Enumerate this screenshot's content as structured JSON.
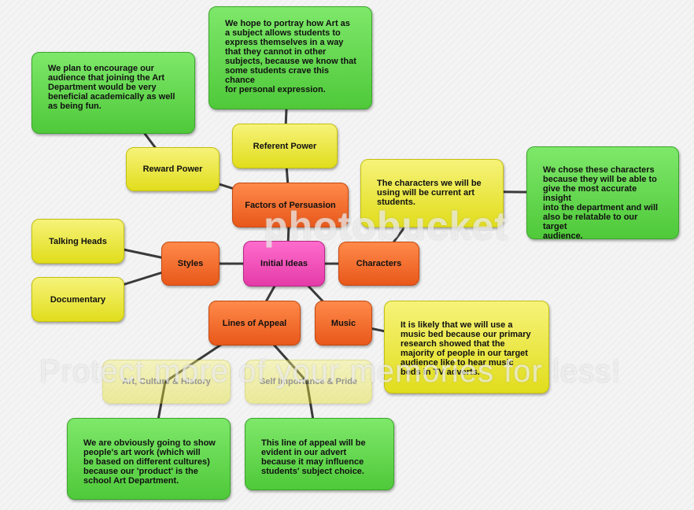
{
  "nodes": {
    "center": "Initial Ideas",
    "persuasion": "Factors of Persuasion",
    "referent": "Referent Power",
    "reward": "Reward Power",
    "styles": "Styles",
    "talking_heads": "Talking Heads",
    "documentary": "Documentary",
    "characters": "Characters",
    "lines_of_appeal": "Lines of Appeal",
    "music": "Music",
    "art_culture": "Art, Culture & History",
    "self_importance": "Self Importance & Pride"
  },
  "notes": {
    "referent_note": [
      "We hope to portray how Art as",
      "a subject allows students to",
      "express themselves in a way",
      "that they cannot in other",
      "subjects, because we know that",
      "some students crave this chance",
      "for personal expression."
    ],
    "reward_note": [
      "We plan to encourage our",
      "audience that joining the Art",
      "Department would be very",
      "beneficial academically as well",
      "as being fun."
    ],
    "characters_note": [
      "The characters we will be",
      "using will be current art",
      "students."
    ],
    "characters_reason_note": [
      "We chose these characters",
      "because they will be able to",
      "give the most accurate insight",
      "into the department and will",
      "also be relatable to our target",
      "audience."
    ],
    "music_note": [
      "It is likely that we will use a",
      "music bed because our primary",
      "research showed that the",
      "majority of people in our target",
      "audience like to hear music",
      "beds in TV adverts."
    ],
    "art_culture_note": [
      "We are obviously going to show",
      "people's art work (which will",
      "be based on different cultures)",
      "because our 'product' is the",
      "school Art Department."
    ],
    "self_importance_note": [
      "This line of appeal will be",
      "evident in our advert",
      "because it may influence",
      "students' subject choice."
    ]
  },
  "watermark": {
    "logo": "photobucket",
    "text": "Protect more of your memories for less!"
  },
  "colors": {
    "note_green": "#5fd64a",
    "node_yellow": "#ece829",
    "node_orange": "#f06a2a",
    "center_pink": "#f04db8",
    "connector": "#3a3a3a"
  }
}
